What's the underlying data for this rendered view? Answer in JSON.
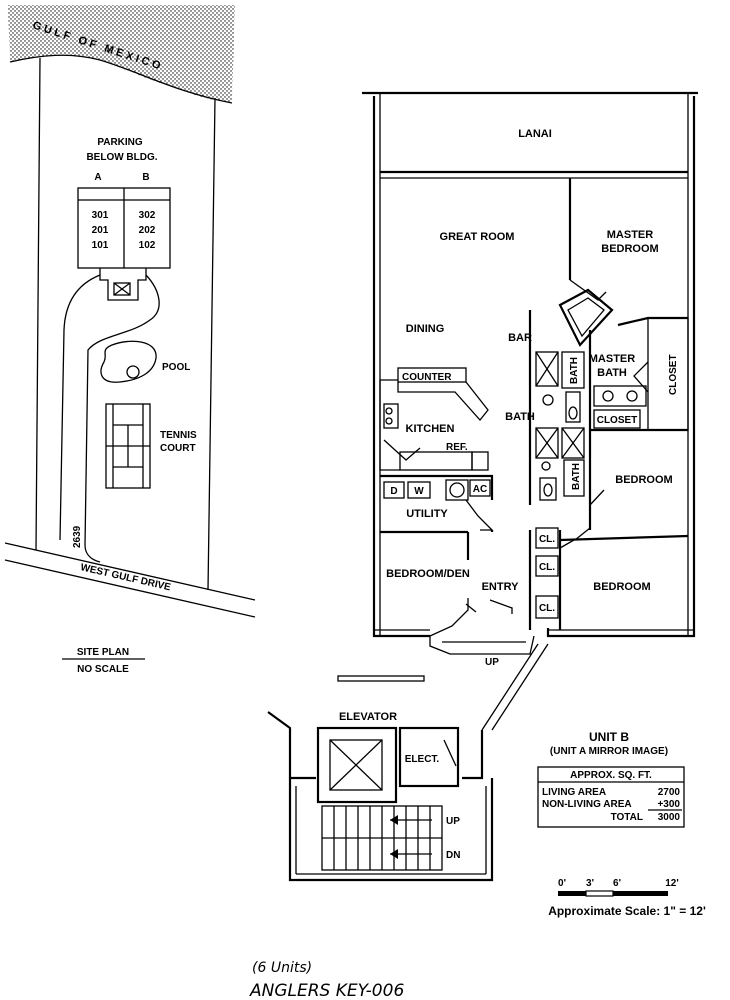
{
  "site_plan": {
    "water_label": "GULF OF MEXICO",
    "parking_line1": "PARKING",
    "parking_line2": "BELOW BLDG.",
    "col_a": "A",
    "col_b": "B",
    "units_a": [
      "301",
      "201",
      "101"
    ],
    "units_b": [
      "302",
      "202",
      "102"
    ],
    "pool": "POOL",
    "tennis_line1": "TENNIS",
    "tennis_line2": "COURT",
    "street_number": "2639",
    "street": "WEST GULF DRIVE",
    "title": "SITE PLAN",
    "scale_note": "NO SCALE"
  },
  "rooms": {
    "lanai": "LANAI",
    "great_room": "GREAT ROOM",
    "master_bedroom_1": "MASTER",
    "master_bedroom_2": "BEDROOM",
    "dining": "DINING",
    "bar": "BAR",
    "master_bath_1": "MASTER",
    "master_bath_2": "BATH",
    "bath_vertical_1": "BATH",
    "bath_vertical_2": "BATH",
    "bath": "BATH",
    "counter": "COUNTER",
    "kitchen": "KITCHEN",
    "ref": "REF.",
    "closet_vertical": "CLOSET",
    "closet": "CLOSET",
    "bedroom": "BEDROOM",
    "dryer": "D",
    "washer": "W",
    "ac": "AC",
    "utility": "UTILITY",
    "cl_1": "CL.",
    "cl_2": "CL.",
    "cl_3": "CL.",
    "bedroom_den": "BEDROOM/DEN",
    "entry": "ENTRY",
    "bedroom_2": "BEDROOM",
    "up": "UP"
  },
  "core": {
    "elevator": "ELEVATOR",
    "elect": "ELECT.",
    "up": "UP",
    "dn": "DN"
  },
  "unit_info": {
    "title": "UNIT B",
    "subtitle": "(UNIT A MIRROR IMAGE)",
    "table_header": "APPROX. SQ. FT.",
    "rows": [
      {
        "label": "LIVING AREA",
        "value": "2700"
      },
      {
        "label": "NON-LIVING AREA",
        "value": "+300"
      },
      {
        "label": "TOTAL",
        "value": "3000"
      }
    ]
  },
  "scale_bar": {
    "ticks": [
      "0'",
      "3'",
      "6'",
      "12'"
    ],
    "caption": "Approximate Scale: 1\" = 12'"
  },
  "project": {
    "units": "(6 Units)",
    "name": "ANGLERS KEY-006"
  }
}
